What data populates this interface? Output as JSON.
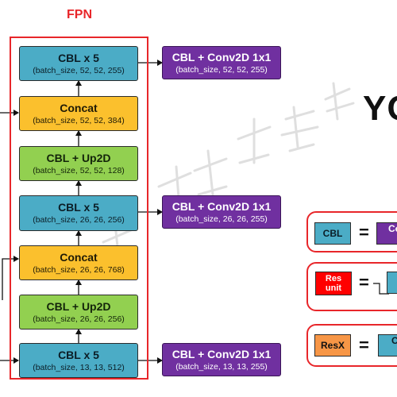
{
  "fpn": {
    "title": "FPN",
    "blocks": [
      {
        "id": "cbl1",
        "label": "CBL x 5",
        "shape": "(batch_size, 52, 52, 255)"
      },
      {
        "id": "concat1",
        "label": "Concat",
        "shape": "(batch_size, 52, 52, 384)"
      },
      {
        "id": "up1",
        "label": "CBL + Up2D",
        "shape": "(batch_size, 52, 52, 128)"
      },
      {
        "id": "cbl2",
        "label": "CBL x 5",
        "shape": "(batch_size, 26, 26, 256)"
      },
      {
        "id": "concat2",
        "label": "Concat",
        "shape": "(batch_size, 26, 26, 768)"
      },
      {
        "id": "up2",
        "label": "CBL + Up2D",
        "shape": "(batch_size, 26, 26, 256)"
      },
      {
        "id": "cbl3",
        "label": "CBL x 5",
        "shape": "(batch_size, 13, 13, 512)"
      }
    ]
  },
  "heads": [
    {
      "id": "head1",
      "label": "CBL + Conv2D 1x1",
      "shape": "(batch_size, 52, 52, 255)"
    },
    {
      "id": "head2",
      "label": "CBL + Conv2D 1x1",
      "shape": "(batch_size, 26, 26, 255)"
    },
    {
      "id": "head3",
      "label": "CBL + Conv2D 1x1",
      "shape": "(batch_size, 13, 13, 255)"
    }
  ],
  "title_partial": "YO",
  "legend": {
    "cbl": {
      "key": "CBL",
      "eq": "=",
      "value_partial": "Co"
    },
    "resunit": {
      "key_line1": "Res",
      "key_line2": "unit",
      "eq": "="
    },
    "resx": {
      "key": "ResX",
      "eq": "=",
      "value_partial": "Cl"
    }
  },
  "colors": {
    "accent_red": "#e8262a",
    "cbl": "#4bacc6",
    "concat": "#fbc02d",
    "up2d": "#92d050",
    "conv": "#7030a0",
    "resunit": "#ff0000",
    "resx": "#f79646"
  }
}
